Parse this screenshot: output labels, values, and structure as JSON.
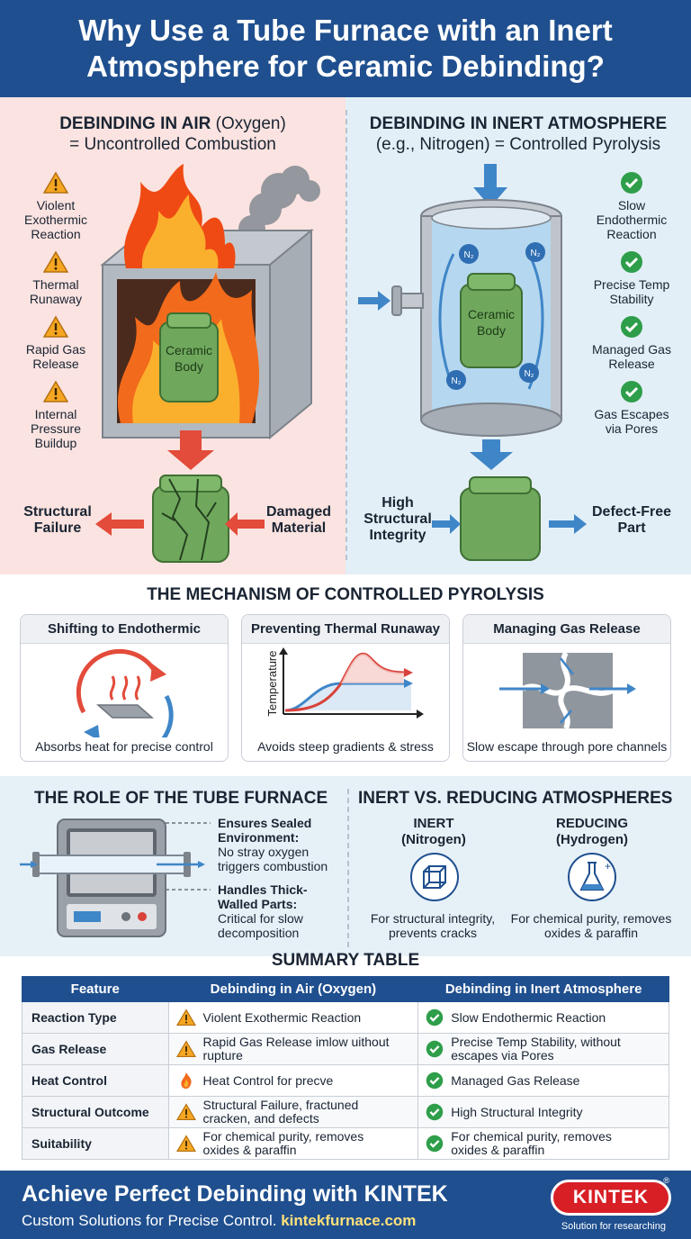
{
  "header": {
    "title": "Why Use a Tube Furnace with an Inert Atmosphere for Ceramic Debinding?"
  },
  "air": {
    "title_bold": "DEBINDING IN AIR",
    "title_paren": "(Oxygen)",
    "title_line2": "= Uncontrolled Combustion",
    "issues": [
      "Violent Exothermic Reaction",
      "Thermal Runaway",
      "Rapid Gas Release",
      "Internal Pressure Buildup"
    ],
    "body_label": "Ceramic Body",
    "outcome_left": "Structural Failure",
    "outcome_right": "Damaged Material"
  },
  "inert": {
    "title_line1": "DEBINDING IN INERT ATMOSPHERE",
    "title_paren": "(e.g., Nitrogen)",
    "title_rest": "= Controlled Pyrolysis",
    "benefits": [
      "Slow Endothermic Reaction",
      "Precise Temp Stability",
      "Managed Gas Release",
      "Gas Escapes via Pores"
    ],
    "body_label": "Ceramic Body",
    "n2_labels": [
      "N₂",
      "N₂",
      "N₂",
      "N₂"
    ],
    "outcome_left": "High Structural Integrity",
    "outcome_right": "Defect-Free Part"
  },
  "mechanism": {
    "title": "THE MECHANISM OF CONTROLLED PYROLYSIS",
    "cards": [
      {
        "title": "Shifting to Endothermic",
        "caption": "Absorbs heat for precise control"
      },
      {
        "title": "Preventing Thermal Runaway",
        "caption": "Avoids steep gradients & stress",
        "axis_label": "Temperature"
      },
      {
        "title": "Managing Gas Release",
        "caption": "Slow escape through pore channels"
      }
    ]
  },
  "tube_furnace": {
    "title": "THE ROLE OF THE TUBE FURNACE",
    "note1_bold": "Ensures Sealed Environment:",
    "note1_text": "No stray oxygen triggers combustion",
    "note2_bold": "Handles Thick-Walled Parts:",
    "note2_text": "Critical for slow decomposition"
  },
  "atmospheres": {
    "title": "INERT VS. REDUCING ATMOSPHERES",
    "inert_name": "INERT",
    "inert_gas": "(Nitrogen)",
    "inert_desc": "For structural integrity, prevents cracks",
    "reducing_name": "REDUCING",
    "reducing_gas": "(Hydrogen)",
    "reducing_desc": "For chemical purity, removes oxides & paraffin"
  },
  "summary": {
    "title": "SUMMARY TABLE",
    "headers": [
      "Feature",
      "Debinding in Air (Oxygen)",
      "Debinding in Inert Atmosphere"
    ],
    "rows": [
      {
        "feature": "Reaction Type",
        "air": "Violent Exothermic Reaction",
        "air_icon": "warning-icon",
        "inert": "Slow Endothermic Reaction"
      },
      {
        "feature": "Gas Release",
        "air": "Rapid Gas Release imlow uithout rupture",
        "air_icon": "warning-icon",
        "inert": "Precise Temp Stability, without escapes via Pores"
      },
      {
        "feature": "Heat Control",
        "air": "Heat Control for precve",
        "air_icon": "flame-icon",
        "inert": "Managed Gas Release"
      },
      {
        "feature": "Structural Outcome",
        "air": "Structural Failure, fractuned cracken, and defects",
        "air_icon": "warning-icon",
        "inert": "High Structural Integrity"
      },
      {
        "feature": "Suitability",
        "air": "For chemical purity, removes oxides & paraffin",
        "air_icon": "warning-icon",
        "inert": "For chemical purity, removes oxides & paraffin"
      }
    ]
  },
  "footer": {
    "title": "Achieve Perfect Debinding with KINTEK",
    "subtitle": "Custom Solutions for Precise Control.",
    "url": "kintekfurnace.com",
    "logo": "KINTEK",
    "logo_mark": "®",
    "logo_tagline": "Solution for researching"
  },
  "colors": {
    "brand_blue": "#1f4f8f",
    "air_bg": "#fae3e0",
    "inert_bg": "#e3eff7",
    "warning": "#f0a020",
    "ok": "#2e9e4a",
    "logo_red": "#d81f26"
  }
}
